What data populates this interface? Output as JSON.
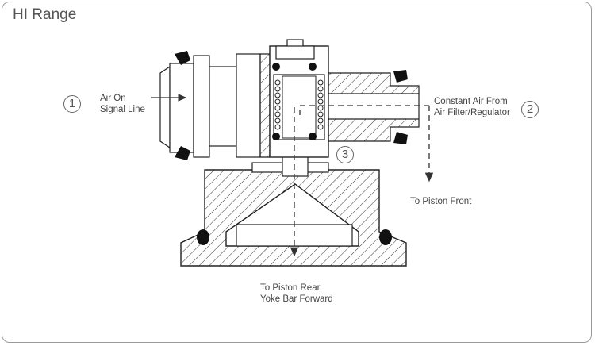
{
  "title": "HI Range",
  "markers": {
    "one": "1",
    "two": "2",
    "three": "3"
  },
  "labels": {
    "air_on_line1": "Air On",
    "air_on_line2": "Signal Line",
    "constant_air_line1": "Constant Air From",
    "constant_air_line2": "Air Filter/Regulator",
    "piston_front": "To Piston Front",
    "piston_rear_line1": "To Piston Rear,",
    "piston_rear_line2": "Yoke Bar Forward"
  }
}
